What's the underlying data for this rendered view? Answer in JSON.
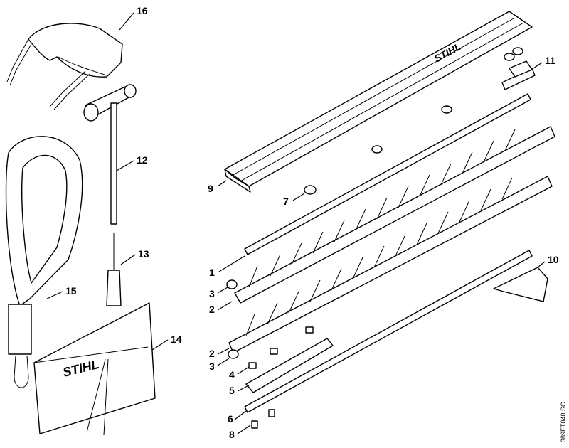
{
  "diagram": {
    "brand_label": "STIHL",
    "drawing_code": "389ET040 SC",
    "callouts": [
      {
        "id": "c16",
        "label": "16"
      },
      {
        "id": "c12",
        "label": "12"
      },
      {
        "id": "c13",
        "label": "13"
      },
      {
        "id": "c15",
        "label": "15"
      },
      {
        "id": "c14",
        "label": "14"
      },
      {
        "id": "c9",
        "label": "9"
      },
      {
        "id": "c7",
        "label": "7"
      },
      {
        "id": "c11",
        "label": "11"
      },
      {
        "id": "c10",
        "label": "10"
      },
      {
        "id": "c1",
        "label": "1"
      },
      {
        "id": "c3a",
        "label": "3"
      },
      {
        "id": "c2a",
        "label": "2"
      },
      {
        "id": "c2b",
        "label": "2"
      },
      {
        "id": "c3b",
        "label": "3"
      },
      {
        "id": "c4",
        "label": "4"
      },
      {
        "id": "c5",
        "label": "5"
      },
      {
        "id": "c6",
        "label": "6"
      },
      {
        "id": "c8",
        "label": "8"
      }
    ]
  }
}
